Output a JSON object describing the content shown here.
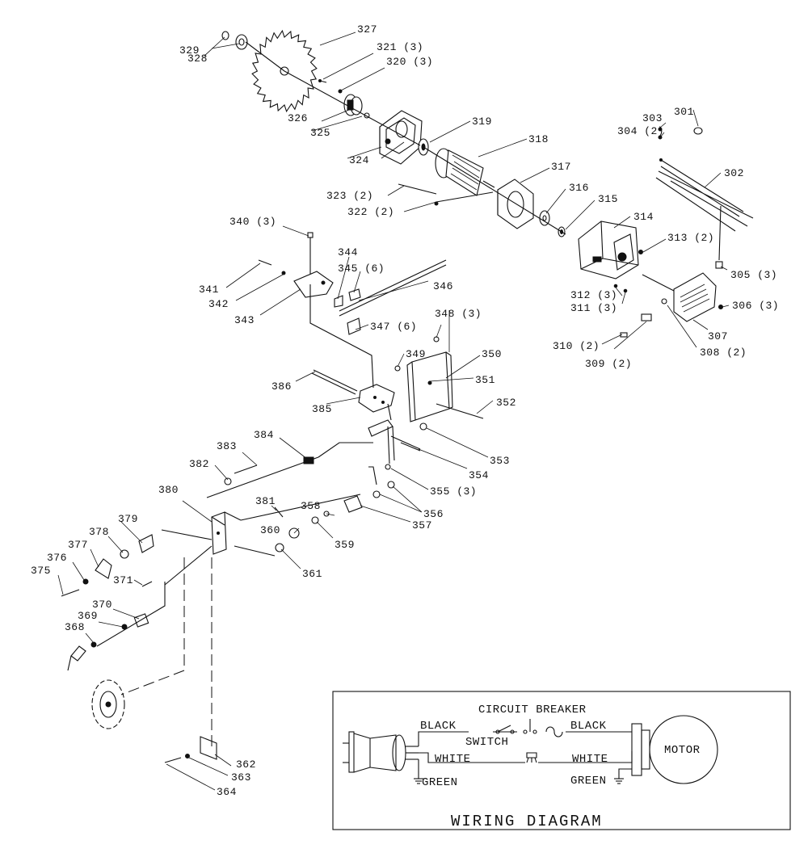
{
  "callouts": [
    {
      "id": "c301",
      "text": "301"
    },
    {
      "id": "c302",
      "text": "302"
    },
    {
      "id": "c303",
      "text": "303"
    },
    {
      "id": "c304",
      "text": "304 (2)"
    },
    {
      "id": "c305",
      "text": "305 (3)"
    },
    {
      "id": "c306",
      "text": "306 (3)"
    },
    {
      "id": "c307",
      "text": "307"
    },
    {
      "id": "c308",
      "text": "308 (2)"
    },
    {
      "id": "c309",
      "text": "309 (2)"
    },
    {
      "id": "c310",
      "text": "310 (2)"
    },
    {
      "id": "c311",
      "text": "311 (3)"
    },
    {
      "id": "c312",
      "text": "312 (3)"
    },
    {
      "id": "c313",
      "text": "313 (2)"
    },
    {
      "id": "c314",
      "text": "314"
    },
    {
      "id": "c315",
      "text": "315"
    },
    {
      "id": "c316",
      "text": "316"
    },
    {
      "id": "c317",
      "text": "317"
    },
    {
      "id": "c318",
      "text": "318"
    },
    {
      "id": "c319",
      "text": "319"
    },
    {
      "id": "c320",
      "text": "320 (3)"
    },
    {
      "id": "c321",
      "text": "321 (3)"
    },
    {
      "id": "c322",
      "text": "322 (2)"
    },
    {
      "id": "c323",
      "text": "323 (2)"
    },
    {
      "id": "c324",
      "text": "324"
    },
    {
      "id": "c325",
      "text": "325"
    },
    {
      "id": "c326",
      "text": "326"
    },
    {
      "id": "c327",
      "text": "327"
    },
    {
      "id": "c328",
      "text": "328"
    },
    {
      "id": "c329",
      "text": "329"
    },
    {
      "id": "c340",
      "text": "340 (3)"
    },
    {
      "id": "c341",
      "text": "341"
    },
    {
      "id": "c342",
      "text": "342"
    },
    {
      "id": "c343",
      "text": "343"
    },
    {
      "id": "c344",
      "text": "344"
    },
    {
      "id": "c345",
      "text": "345 (6)"
    },
    {
      "id": "c346",
      "text": "346"
    },
    {
      "id": "c347",
      "text": "347 (6)"
    },
    {
      "id": "c348",
      "text": "348 (3)"
    },
    {
      "id": "c349",
      "text": "349"
    },
    {
      "id": "c350",
      "text": "350"
    },
    {
      "id": "c351",
      "text": "351"
    },
    {
      "id": "c352",
      "text": "352"
    },
    {
      "id": "c353",
      "text": "353"
    },
    {
      "id": "c354",
      "text": "354"
    },
    {
      "id": "c355",
      "text": "355 (3)"
    },
    {
      "id": "c356",
      "text": "356"
    },
    {
      "id": "c357",
      "text": "357"
    },
    {
      "id": "c358",
      "text": "358"
    },
    {
      "id": "c359",
      "text": "359"
    },
    {
      "id": "c360",
      "text": "360"
    },
    {
      "id": "c361",
      "text": "361"
    },
    {
      "id": "c362",
      "text": "362"
    },
    {
      "id": "c363",
      "text": "363"
    },
    {
      "id": "c364",
      "text": "364"
    },
    {
      "id": "c368",
      "text": "368"
    },
    {
      "id": "c369",
      "text": "369"
    },
    {
      "id": "c370",
      "text": "370"
    },
    {
      "id": "c371",
      "text": "371"
    },
    {
      "id": "c375",
      "text": "375"
    },
    {
      "id": "c376",
      "text": "376"
    },
    {
      "id": "c377",
      "text": "377"
    },
    {
      "id": "c378",
      "text": "378"
    },
    {
      "id": "c379",
      "text": "379"
    },
    {
      "id": "c380",
      "text": "380"
    },
    {
      "id": "c381",
      "text": "381"
    },
    {
      "id": "c382",
      "text": "382"
    },
    {
      "id": "c383",
      "text": "383"
    },
    {
      "id": "c384",
      "text": "384"
    },
    {
      "id": "c385",
      "text": "385"
    },
    {
      "id": "c386",
      "text": "386"
    }
  ],
  "wiring": {
    "title": "WIRING DIAGRAM",
    "circuit_breaker": "CIRCUIT BREAKER",
    "switch": "SWITCH",
    "black_left": "BLACK",
    "black_right": "BLACK",
    "white_left": "WHITE",
    "white_right": "WHITE",
    "green_left": "GREEN",
    "green_right": "GREEN",
    "motor": "MOTOR"
  }
}
